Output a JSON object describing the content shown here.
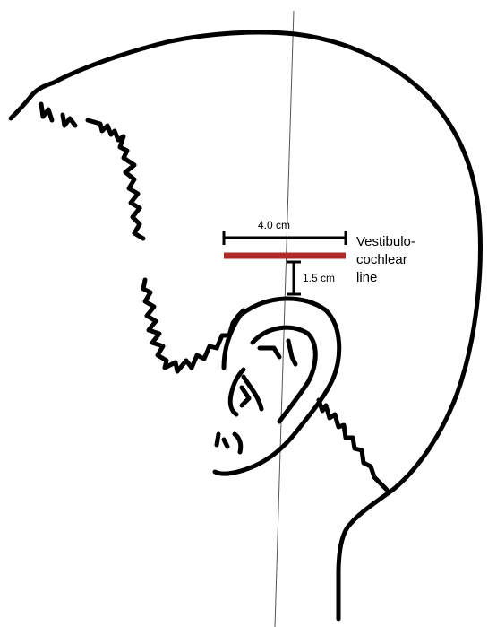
{
  "diagram": {
    "width_measure": "4.0 cm",
    "height_measure": "1.5 cm",
    "line_label": {
      "line1": "Vestibulo-",
      "line2": "cochlear",
      "line3": "line"
    }
  },
  "colors": {
    "outline": "#000000",
    "vestibulocochlear_line": "#b02a2a",
    "reference_line": "#555555"
  }
}
